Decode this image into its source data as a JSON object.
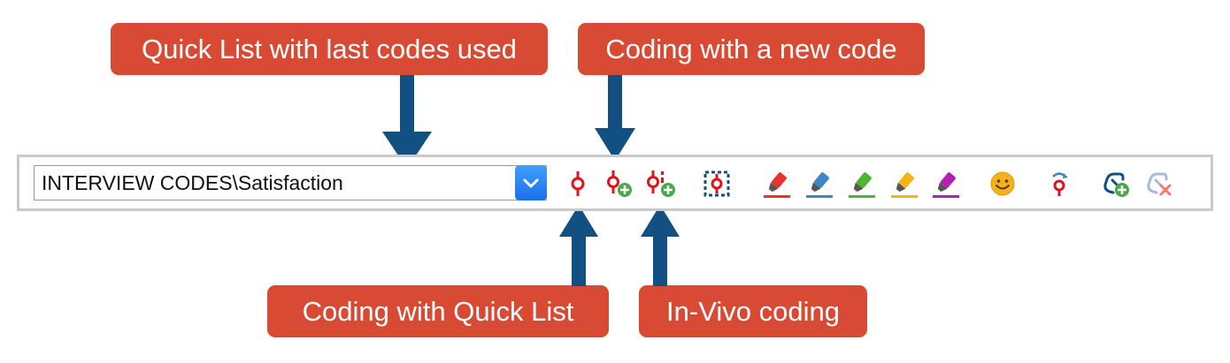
{
  "callouts": {
    "quick_list": "Quick List with last codes used",
    "new_code": "Coding with a new code",
    "coding_quick_list": "Coding with Quick List",
    "in_vivo": "In-Vivo coding"
  },
  "toolbar": {
    "quick_list_value": "INTERVIEW CODES\\Satisfaction",
    "icons": [
      "code-with-quick-list-icon",
      "code-with-new-code-icon",
      "in-vivo-coding-icon",
      "code-selection-icon",
      "highlight-red-icon",
      "highlight-blue-icon",
      "highlight-green-icon",
      "highlight-yellow-icon",
      "highlight-purple-icon",
      "emoticon-icon",
      "undo-coding-icon",
      "add-link-icon",
      "remove-link-icon"
    ]
  },
  "colors": {
    "callout": "#d84a33",
    "arrow": "#124f82",
    "code_red": "#e0131d",
    "plus_green": "#4aa84a",
    "toolbar_border": "#c9c9c9",
    "combo_button": "#2a86f5",
    "highlight_red": "#e9322f",
    "highlight_blue": "#3a86c8",
    "highlight_green": "#4eb431",
    "highlight_yellow": "#f2b511",
    "highlight_purple": "#b31fb5",
    "emoticon": "#f5b21a"
  }
}
